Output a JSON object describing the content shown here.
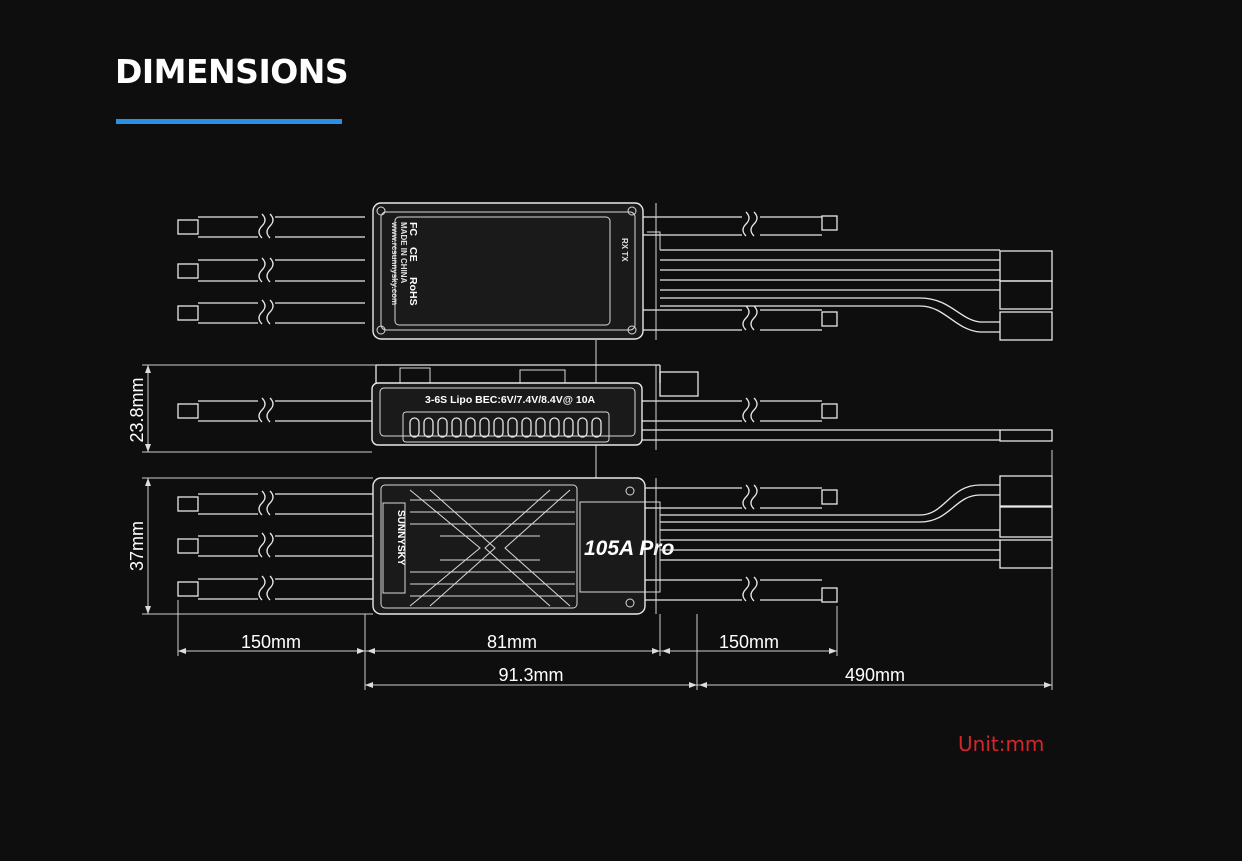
{
  "header": {
    "title": "DIMENSIONS",
    "accent_color": "#2b8fe6"
  },
  "unit_note": {
    "text": "Unit:mm",
    "color": "#d3272a"
  },
  "top_view": {
    "marks": [
      "FC",
      "CE",
      "RoHS"
    ],
    "made_in": "MADE IN CHINA",
    "website": "www.rcsunnysky.com",
    "port_label": "RX TX"
  },
  "side_view": {
    "spec_label": "3-6S Lipo BEC:6V/7.4V/8.4V@ 10A",
    "digits": "0000000000000"
  },
  "bottom_view": {
    "brand_side": "SUNNYSKY",
    "model": "105A Pro"
  },
  "dimensions": {
    "height": "23.8mm",
    "width": "37mm",
    "lead_left": "150mm",
    "body_length": "81mm",
    "lead_right": "150mm",
    "overall_length": "91.3mm",
    "battery_lead": "490mm"
  }
}
